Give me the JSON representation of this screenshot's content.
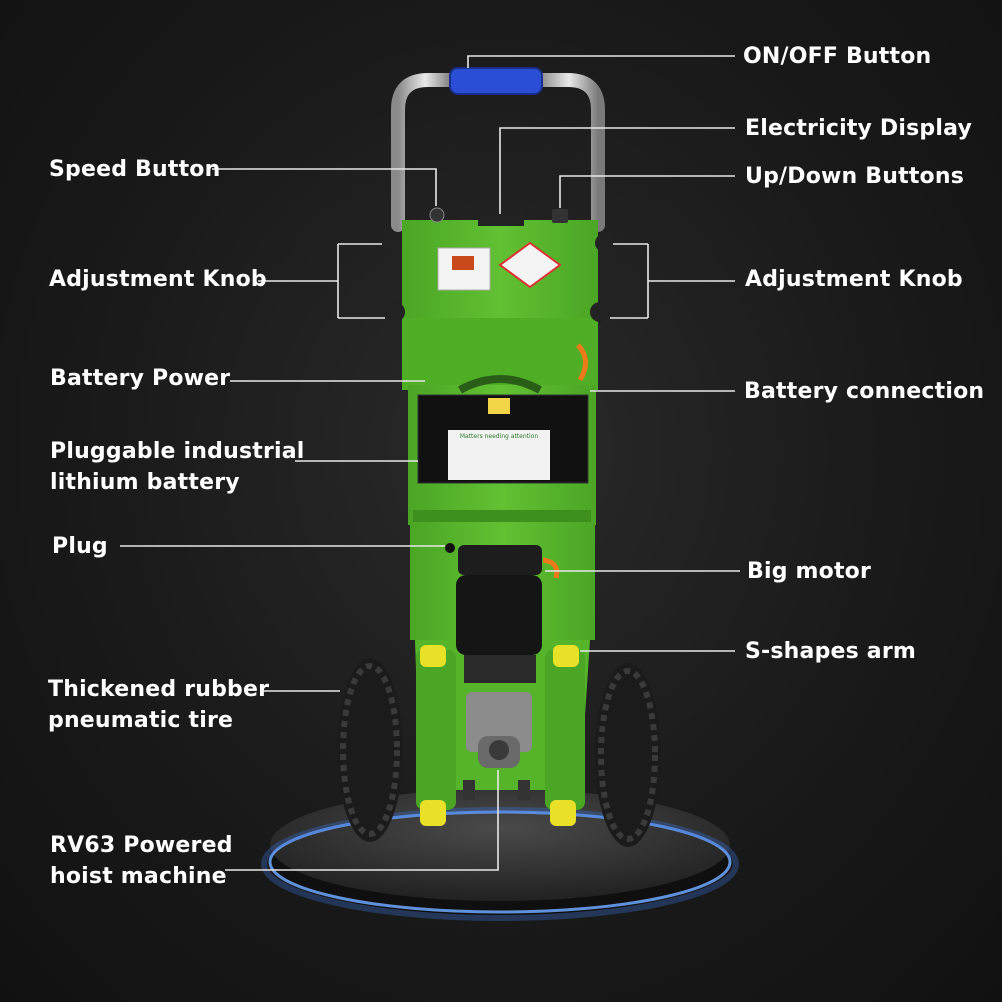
{
  "callouts": {
    "on_off_button": "ON/OFF Button",
    "electricity_display": "Electricity Display",
    "speed_button": "Speed Button",
    "up_down_buttons": "Up/Down Buttons",
    "adjustment_knob_left": "Adjustment Knob",
    "adjustment_knob_right": "Adjustment Knob",
    "battery_power": "Battery Power",
    "battery_connection": "Battery connection",
    "pluggable_battery_line1": "Pluggable industrial",
    "pluggable_battery_line2": "lithium battery",
    "plug": "Plug",
    "big_motor": "Big motor",
    "s_shapes_arm": "S-shapes arm",
    "tire_line1": "Thickened rubber",
    "tire_line2": "pneumatic tire",
    "hoist_line1": "RV63 Powered",
    "hoist_line2": "hoist machine"
  },
  "product_text": {
    "battery_sticker": "Matters needing attention"
  },
  "colors": {
    "background": "#1a1a1a",
    "frame_green": "#5cb82e",
    "handle_blue": "#2a4fd6",
    "platform_glow": "#6fa8ff",
    "label_text": "#ffffff"
  }
}
